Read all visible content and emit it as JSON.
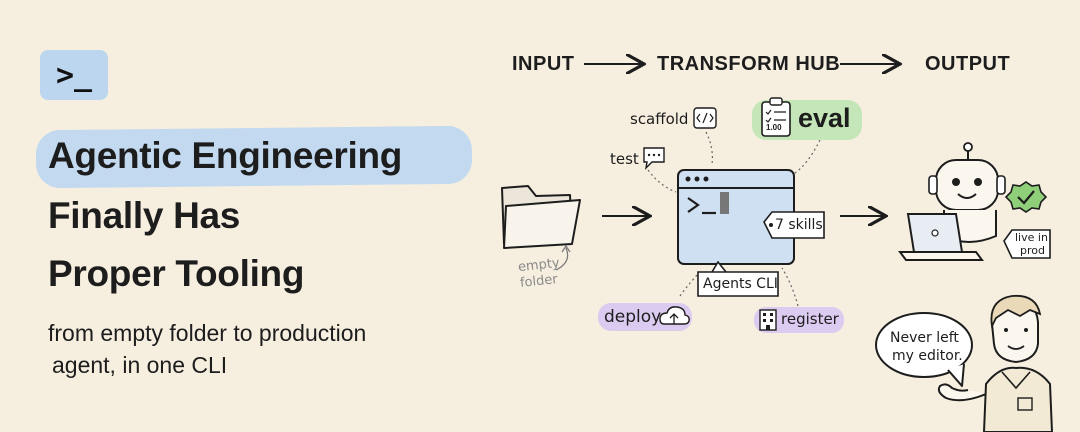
{
  "badge": {
    "glyph": ">_"
  },
  "headline": {
    "line1": "Agentic Engineering",
    "line2": "Finally Has",
    "line3": "Proper Tooling"
  },
  "subtitle": {
    "line1": "from empty folder to production",
    "line2": "agent, in one CLI"
  },
  "flow_header": {
    "input": "INPUT",
    "hub": "TRANSFORM HUB",
    "output": "OUTPUT"
  },
  "diagram": {
    "scaffold": "scaffold",
    "test": "test",
    "eval": "eval",
    "eval_score": "1.00",
    "empty_folder_line1": "empty",
    "empty_folder_line2": "folder",
    "skills": "7 skills",
    "agents_cli": "Agents CLI",
    "deploy": "deploy",
    "register": "register",
    "live_line1": "live in",
    "live_line2": "prod",
    "speech_line1": "Never left",
    "speech_line2": "my editor."
  },
  "colors": {
    "background": "#f6efe0",
    "highlight_blue": "#c2d9ef",
    "eval_green": "#c5e6b8",
    "deploy_purple": "#dccbf0",
    "register_purple": "#dccbf0",
    "check_green": "#8fcf7a"
  }
}
